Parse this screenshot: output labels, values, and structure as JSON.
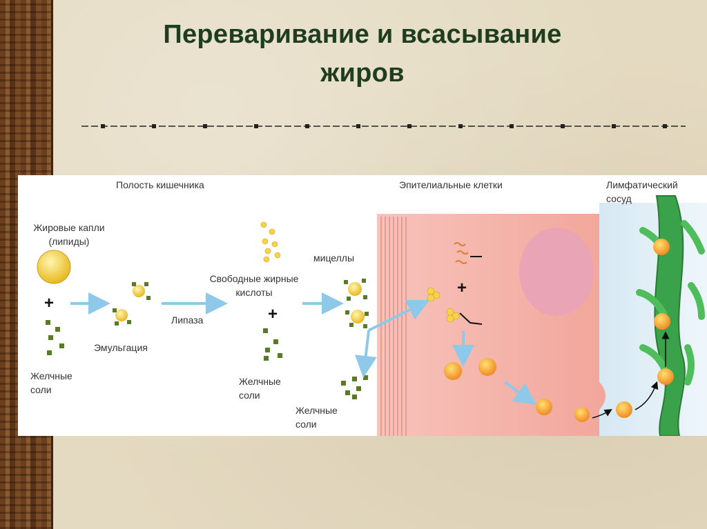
{
  "slide": {
    "title_line1": "Переваривание и всасывание",
    "title_line2": "жиров"
  },
  "diagram": {
    "labels": {
      "intestinal_cavity": "Полость кишечника",
      "epithelial_cells": "Эпителиальные клетки",
      "lymphatic_vessel_line1": "Лимфатический",
      "lymphatic_vessel_line2": "сосуд",
      "fat_droplets_line1": "Жировые капли",
      "fat_droplets_line2": "(липиды)",
      "emulsification": "Эмульгация",
      "lipase": "Липаза",
      "free_fatty_acids_line1": "Свободные жирные",
      "free_fatty_acids_line2": "кислоты",
      "micelles": "мицеллы",
      "bile_salts_1_line1": "Желчные",
      "bile_salts_1_line2": "соли",
      "bile_salts_2_line1": "Желчные",
      "bile_salts_2_line2": "соли",
      "bile_salts_3_line1": "Желчные",
      "bile_salts_3_line2": "соли"
    },
    "plus_sign": "+",
    "colors": {
      "title_green": "#1f3e1f",
      "lipid_yellow": "#f5d34a",
      "bile_salt_green": "#5a7a2a",
      "arrow_blue": "#8ec9ea",
      "epithelium_pink": "#f6b8b0",
      "lymph_green": "#3aa24a",
      "chylomicron_orange": "#f08a24"
    }
  }
}
